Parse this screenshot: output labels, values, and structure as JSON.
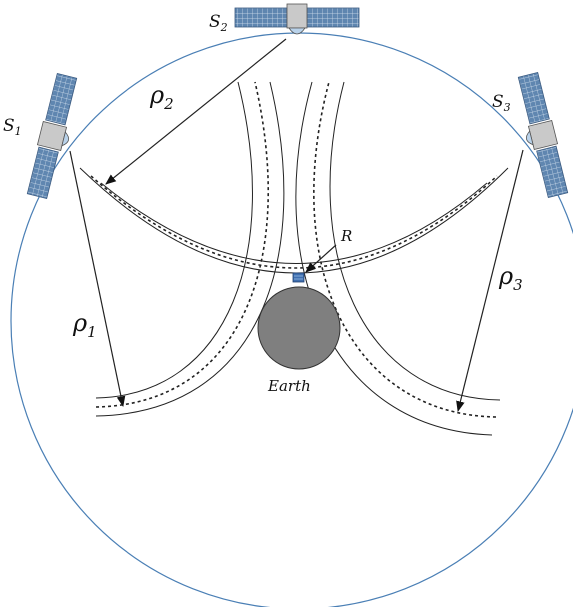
{
  "labels": {
    "s1": "S",
    "s1_sub": "1",
    "s2": "S",
    "s2_sub": "2",
    "s3": "S",
    "s3_sub": "3",
    "rho1": "ρ",
    "rho1_sub": "1",
    "rho2": "ρ",
    "rho2_sub": "2",
    "rho3": "ρ",
    "rho3_sub": "3",
    "receiver": "R",
    "earth": "Earth"
  },
  "colors": {
    "orbit": "#4a7fb5",
    "earth_fill": "#7f7f7f",
    "earth_stroke": "#333333",
    "panel": "#5f86b0",
    "satellite_body": "#c9c9c9",
    "receiver": "#3f6fb0"
  },
  "icons": {
    "satellite": "satellite-icon",
    "receiver": "receiver-icon"
  }
}
